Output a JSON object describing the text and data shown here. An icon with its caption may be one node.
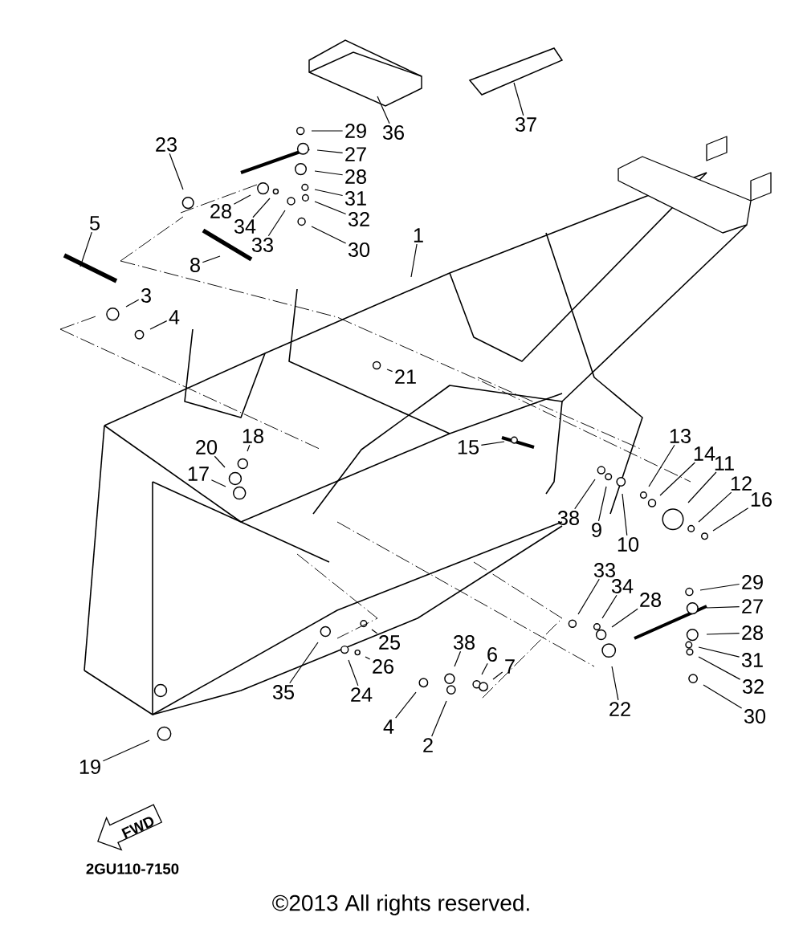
{
  "diagram": {
    "nodes": [
      {
        "text": [
          "36"
        ]
      },
      {
        "text": [
          "37"
        ]
      },
      {
        "text": [
          "23"
        ]
      },
      {
        "text": [
          "29"
        ]
      },
      {
        "text": [
          "27"
        ]
      },
      {
        "text": [
          "28"
        ]
      },
      {
        "text": [
          "31"
        ]
      },
      {
        "text": [
          "32"
        ]
      },
      {
        "text": [
          "30"
        ]
      },
      {
        "text": [
          "28"
        ]
      },
      {
        "text": [
          "34"
        ]
      },
      {
        "text": [
          "33"
        ]
      },
      {
        "text": [
          "5"
        ]
      },
      {
        "text": [
          "8"
        ]
      },
      {
        "text": [
          "1"
        ]
      },
      {
        "text": [
          "3"
        ]
      },
      {
        "text": [
          "4"
        ]
      },
      {
        "text": [
          "21"
        ]
      },
      {
        "text": [
          "18"
        ]
      },
      {
        "text": [
          "20"
        ]
      },
      {
        "text": [
          "17"
        ]
      },
      {
        "text": [
          "15"
        ]
      },
      {
        "text": [
          "13"
        ]
      },
      {
        "text": [
          "14"
        ]
      },
      {
        "text": [
          "11"
        ]
      },
      {
        "text": [
          "12"
        ]
      },
      {
        "text": [
          "16"
        ]
      },
      {
        "text": [
          "38"
        ]
      },
      {
        "text": [
          "9"
        ]
      },
      {
        "text": [
          "10"
        ]
      },
      {
        "text": [
          "33"
        ]
      },
      {
        "text": [
          "34"
        ]
      },
      {
        "text": [
          "29"
        ]
      },
      {
        "text": [
          "28"
        ]
      },
      {
        "text": [
          "27"
        ]
      },
      {
        "text": [
          "28"
        ]
      },
      {
        "text": [
          "31"
        ]
      },
      {
        "text": [
          "38"
        ]
      },
      {
        "text": [
          "6"
        ]
      },
      {
        "text": [
          "7"
        ]
      },
      {
        "text": [
          "25"
        ]
      },
      {
        "text": [
          "26"
        ]
      },
      {
        "text": [
          "32"
        ]
      },
      {
        "text": [
          "35"
        ]
      },
      {
        "text": [
          "24"
        ]
      },
      {
        "text": [
          "4"
        ]
      },
      {
        "text": [
          "22"
        ]
      },
      {
        "text": [
          "30"
        ]
      },
      {
        "text": [
          "2"
        ]
      },
      {
        "text": [
          "19"
        ]
      }
    ],
    "edges": [
      {
        "from": 0,
        "to": null,
        "arrow": "none"
      },
      {
        "from": 1,
        "to": null,
        "arrow": "none"
      },
      {
        "from": 2,
        "to": null,
        "arrow": "none"
      },
      {
        "from": 3,
        "to": null,
        "arrow": "none"
      },
      {
        "from": 4,
        "to": null,
        "arrow": "none"
      },
      {
        "from": 5,
        "to": null,
        "arrow": "none"
      },
      {
        "from": 6,
        "to": null,
        "arrow": "none"
      },
      {
        "from": 7,
        "to": null,
        "arrow": "none"
      },
      {
        "from": 8,
        "to": null,
        "arrow": "none"
      },
      {
        "from": 9,
        "to": null,
        "arrow": "none"
      },
      {
        "from": 10,
        "to": null,
        "arrow": "none"
      },
      {
        "from": 11,
        "to": null,
        "arrow": "none"
      },
      {
        "from": 12,
        "to": null,
        "arrow": "none"
      },
      {
        "from": 13,
        "to": null,
        "arrow": "none"
      },
      {
        "from": 14,
        "to": null,
        "arrow": "none"
      },
      {
        "from": 15,
        "to": null,
        "arrow": "none"
      },
      {
        "from": 16,
        "to": null,
        "arrow": "none"
      },
      {
        "from": 17,
        "to": null,
        "arrow": "none"
      },
      {
        "from": 18,
        "to": null,
        "arrow": "none"
      },
      {
        "from": 19,
        "to": null,
        "arrow": "none"
      },
      {
        "from": 20,
        "to": null,
        "arrow": "none"
      },
      {
        "from": 21,
        "to": null,
        "arrow": "none"
      },
      {
        "from": 22,
        "to": null,
        "arrow": "none"
      },
      {
        "from": 23,
        "to": null,
        "arrow": "none"
      },
      {
        "from": 24,
        "to": null,
        "arrow": "none"
      },
      {
        "from": 25,
        "to": null,
        "arrow": "none"
      },
      {
        "from": 26,
        "to": null,
        "arrow": "none"
      },
      {
        "from": 27,
        "to": null,
        "arrow": "none"
      },
      {
        "from": 28,
        "to": null,
        "arrow": "none"
      },
      {
        "from": 29,
        "to": null,
        "arrow": "none"
      },
      {
        "from": 30,
        "to": null,
        "arrow": "none"
      },
      {
        "from": 31,
        "to": null,
        "arrow": "none"
      },
      {
        "from": 32,
        "to": null,
        "arrow": "none"
      },
      {
        "from": 33,
        "to": null,
        "arrow": "none"
      },
      {
        "from": 34,
        "to": null,
        "arrow": "none"
      },
      {
        "from": 35,
        "to": null,
        "arrow": "none"
      },
      {
        "from": 36,
        "to": null,
        "arrow": "none"
      },
      {
        "from": 37,
        "to": null,
        "arrow": "none"
      },
      {
        "from": 38,
        "to": null,
        "arrow": "none"
      },
      {
        "from": 39,
        "to": null,
        "arrow": "none"
      },
      {
        "from": 40,
        "to": null,
        "arrow": "none"
      },
      {
        "from": 41,
        "to": null,
        "arrow": "none"
      },
      {
        "from": 42,
        "to": null,
        "arrow": "none"
      },
      {
        "from": 43,
        "to": null,
        "arrow": "none"
      },
      {
        "from": 44,
        "to": null,
        "arrow": "none"
      },
      {
        "from": 45,
        "to": null,
        "arrow": "none"
      },
      {
        "from": 46,
        "to": null,
        "arrow": "none"
      },
      {
        "from": 47,
        "to": null,
        "arrow": "none"
      },
      {
        "from": 48,
        "to": null,
        "arrow": "none"
      },
      {
        "from": 49,
        "to": null,
        "arrow": "none"
      }
    ],
    "labels": [
      "FWD",
      "2GU110-7150",
      "©2013 All rights reserved."
    ]
  }
}
